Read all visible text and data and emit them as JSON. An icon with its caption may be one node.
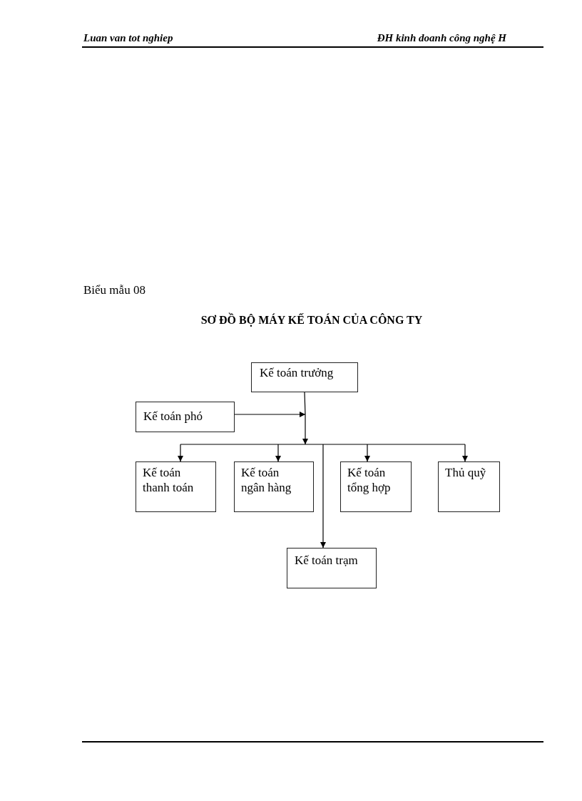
{
  "diagram": {
    "title": "SƠ ĐỒ BỘ MÁY KẾ TOÁN CỦA CÔNG TY",
    "nodes": [
      {
        "text": [
          "Kế toán trưởng"
        ]
      },
      {
        "text": [
          "Kế toán phó"
        ]
      },
      {
        "text": [
          "Kế toán thanh toán"
        ]
      },
      {
        "text": [
          "Kế toán ngân hàng"
        ]
      },
      {
        "text": [
          "Kế toán tổng hợp"
        ]
      },
      {
        "text": [
          "Thủ quỹ"
        ]
      },
      {
        "text": [
          "Kế toán trạm"
        ]
      }
    ],
    "edges": [
      {
        "from": 0,
        "to": 2,
        "arrow": "to"
      },
      {
        "from": 0,
        "to": 3,
        "arrow": "to"
      },
      {
        "from": 0,
        "to": 4,
        "arrow": "to"
      },
      {
        "from": 0,
        "to": 5,
        "arrow": "to"
      },
      {
        "from": 0,
        "to": 6,
        "arrow": "to"
      },
      {
        "from": 1,
        "to": 2,
        "arrow": "to"
      },
      {
        "from": 1,
        "to": 3,
        "arrow": "to"
      },
      {
        "from": 1,
        "to": 4,
        "arrow": "to"
      },
      {
        "from": 1,
        "to": 5,
        "arrow": "to"
      },
      {
        "from": 1,
        "to": 6,
        "arrow": "to"
      }
    ],
    "labels": [
      "Luan van tot nghiep",
      "ĐH kinh doanh công nghệ H",
      "Biểu mẫu 08"
    ]
  }
}
